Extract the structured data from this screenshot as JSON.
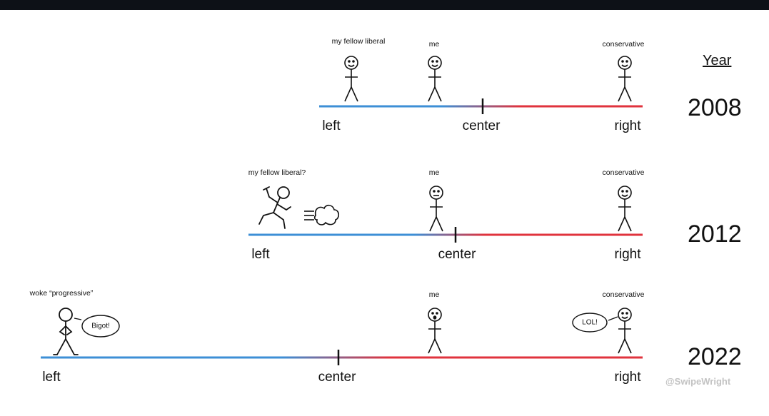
{
  "year_header": "Year",
  "rows": [
    {
      "year": "2008",
      "axis": {
        "left": "left",
        "center": "center",
        "right": "right"
      },
      "figures": {
        "left_figure": "my fellow liberal",
        "me": "me",
        "conservative": "conservative"
      }
    },
    {
      "year": "2012",
      "axis": {
        "left": "left",
        "center": "center",
        "right": "right"
      },
      "figures": {
        "left_figure": "my fellow liberal?",
        "me": "me",
        "conservative": "conservative"
      }
    },
    {
      "year": "2022",
      "axis": {
        "left": "left",
        "center": "center",
        "right": "right"
      },
      "figures": {
        "left_figure": "woke “progressive”",
        "me": "me",
        "conservative": "conservative"
      },
      "bubbles": {
        "left_bubble": "Bigot!",
        "right_bubble": "LOL!"
      }
    }
  ],
  "credit": "@SwipeWright",
  "colors": {
    "left": "#3d8fd6",
    "right": "#e0333d"
  }
}
